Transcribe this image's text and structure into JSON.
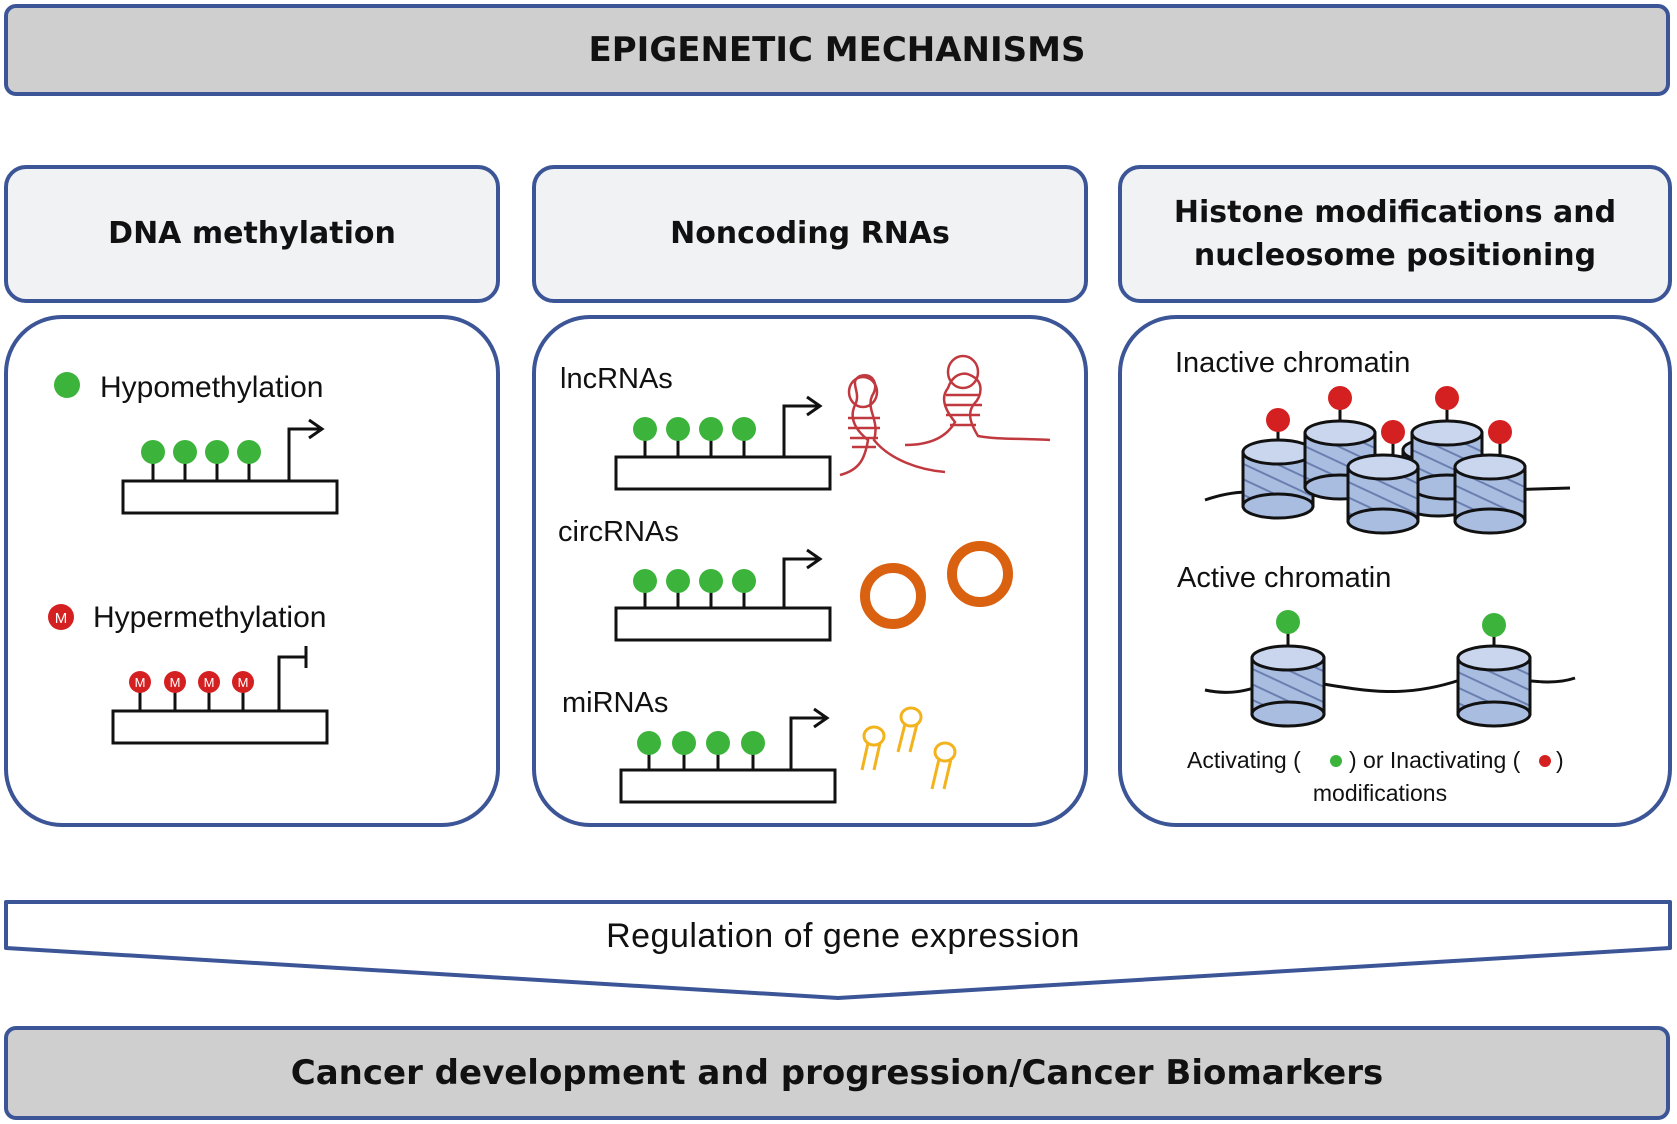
{
  "title": "EPIGENETIC MECHANISMS",
  "columns": {
    "dna_methylation": {
      "header": "DNA methylation",
      "hypo_label": "Hypomethylation",
      "hyper_label": "Hypermethylation",
      "methyl_mark": "M"
    },
    "noncoding_rnas": {
      "header": "Noncoding RNAs",
      "lnc_label": "lncRNAs",
      "circ_label": "circRNAs",
      "mi_label": "miRNAs"
    },
    "histone": {
      "header": "Histone modifications and\nnucleosome positioning",
      "inactive_label": "Inactive  chromatin",
      "active_label": "Active chromatin",
      "legend_prefix": "Activating (",
      "legend_middle": ") or Inactivating  (",
      "legend_suffix": ")",
      "legend_line2": "modifications"
    }
  },
  "regulation_label": "Regulation of gene expression",
  "outcome_label": "Cancer development and progression/Cancer  Biomarkers",
  "colors": {
    "border": "#3b5597",
    "banner_fill": "#cfcfcf",
    "active_mark": "#3cb43c",
    "inactive_mark": "#d42020",
    "lncrna": "#c0393f",
    "circrna": "#d9610f",
    "mirna": "#f2b31d",
    "nucleosome": "#a9bde0"
  },
  "icons": [
    "promoter-arrow-icon",
    "blocked-promoter-icon",
    "nucleosome-icon",
    "hairpin-icon",
    "circular-rna-icon"
  ]
}
